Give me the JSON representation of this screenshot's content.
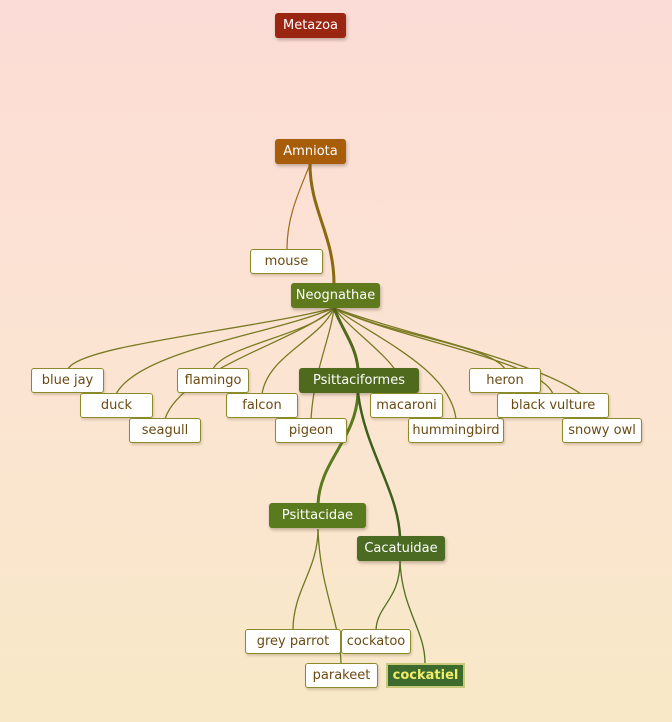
{
  "tree": {
    "metazoa": "Metazoa",
    "amniota": "Amniota",
    "neognathae": "Neognathae",
    "psittaciformes": "Psittaciformes",
    "psittacidae": "Psittacidae",
    "cacatuidae": "Cacatuidae",
    "leaves": {
      "mouse": "mouse",
      "blue_jay": "blue jay",
      "duck": "duck",
      "seagull": "seagull",
      "flamingo": "flamingo",
      "falcon": "falcon",
      "pigeon": "pigeon",
      "macaroni": "macaroni",
      "hummingbird": "hummingbird",
      "heron": "heron",
      "black_vulture": "black vulture",
      "snowy_owl": "snowy owl",
      "grey_parrot": "grey parrot",
      "parakeet": "parakeet",
      "cockatoo": "cockatoo",
      "cockatiel": "cockatiel"
    }
  },
  "colors": {
    "metazoa": "#9a2612",
    "amniota": "#a85d0b",
    "avian_clade": "#5e7a1c",
    "cacatuidae": "#4b6a22",
    "highlight": "#3d6b2d",
    "edge_thin": "#7a7a22"
  }
}
